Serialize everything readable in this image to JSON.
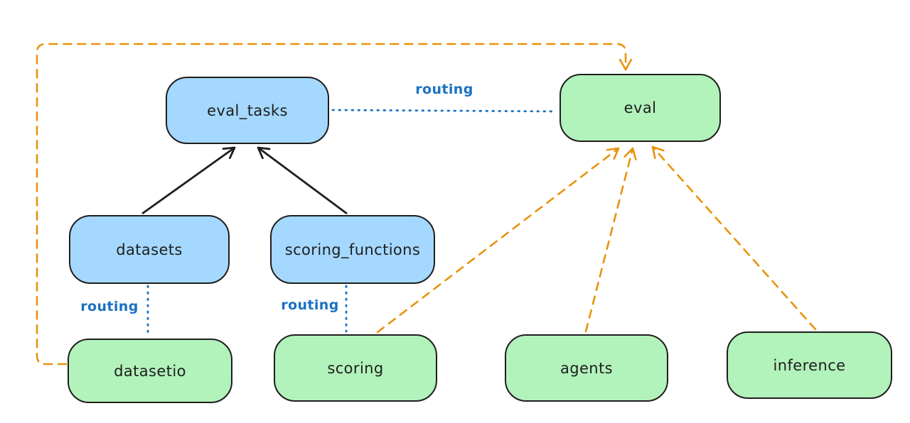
{
  "colors": {
    "background": "#ffffff",
    "blue_node_fill": "#a5d8ff",
    "green_node_fill": "#b2f2bb",
    "node_stroke": "#1e1e1e",
    "routing_blue": "#1971c2",
    "provider_orange": "#e8930c"
  },
  "nodes": {
    "eval_tasks": {
      "label": "eval_tasks",
      "color": "blue"
    },
    "eval": {
      "label": "eval",
      "color": "green"
    },
    "datasets": {
      "label": "datasets",
      "color": "blue"
    },
    "scoring_functions": {
      "label": "scoring_functions",
      "color": "blue"
    },
    "datasetio": {
      "label": "datasetio",
      "color": "green"
    },
    "scoring": {
      "label": "scoring",
      "color": "green"
    },
    "agents": {
      "label": "agents",
      "color": "green"
    },
    "inference": {
      "label": "inference",
      "color": "green"
    }
  },
  "edge_labels": {
    "eval_tasks_to_eval": "routing",
    "datasets_to_datasetio": "routing",
    "scoring_functions_to_scoring": "routing"
  },
  "edges": [
    {
      "from": "datasets",
      "to": "eval_tasks",
      "style": "solid",
      "color": "#1e1e1e",
      "arrow": true
    },
    {
      "from": "scoring_functions",
      "to": "eval_tasks",
      "style": "solid",
      "color": "#1e1e1e",
      "arrow": true
    },
    {
      "from": "eval_tasks",
      "to": "eval",
      "style": "dotted",
      "color": "#1971c2",
      "arrow": false,
      "label": "routing"
    },
    {
      "from": "datasets",
      "to": "datasetio",
      "style": "dotted",
      "color": "#1971c2",
      "arrow": false,
      "label": "routing"
    },
    {
      "from": "scoring_functions",
      "to": "scoring",
      "style": "dotted",
      "color": "#1971c2",
      "arrow": false,
      "label": "routing"
    },
    {
      "from": "datasetio",
      "to": "eval",
      "style": "dashed",
      "color": "#e8930c",
      "arrow": true
    },
    {
      "from": "scoring",
      "to": "eval",
      "style": "dashed",
      "color": "#e8930c",
      "arrow": true
    },
    {
      "from": "agents",
      "to": "eval",
      "style": "dashed",
      "color": "#e8930c",
      "arrow": true
    },
    {
      "from": "inference",
      "to": "eval",
      "style": "dashed",
      "color": "#e8930c",
      "arrow": true
    }
  ]
}
